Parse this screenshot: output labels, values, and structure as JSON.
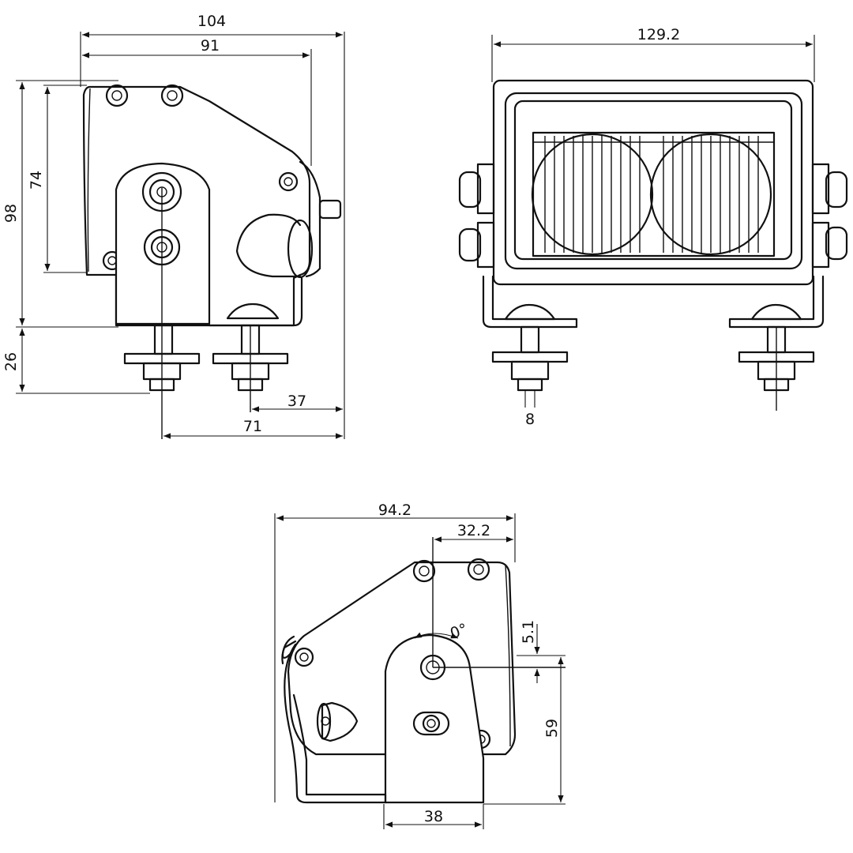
{
  "dimensions": {
    "side_left": {
      "overall_width": "104",
      "housing_width": "91",
      "overall_height": "98",
      "housing_height": "74",
      "mount_height": "26",
      "bolt_offset_front": "37",
      "bolt_offset_rear": "71"
    },
    "front": {
      "overall_width": "129.2",
      "bolt_diameter": "8"
    },
    "side_right": {
      "overall_width": "94.2",
      "pivot_offset": "32.2",
      "pivot_drop": "5.1",
      "pivot_height": "59",
      "bracket_width": "38",
      "tilt_angle": "0°"
    }
  },
  "colors": {
    "line": "#111111",
    "background": "#ffffff"
  }
}
